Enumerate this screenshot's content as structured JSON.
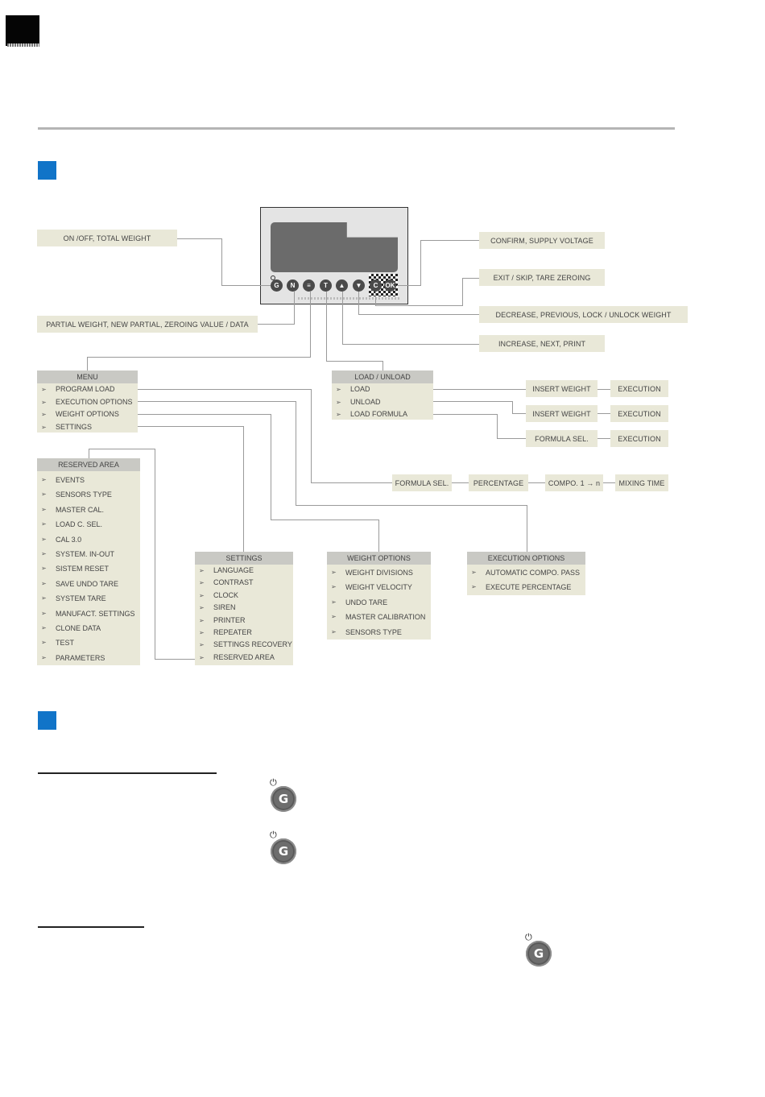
{
  "colors": {
    "accent_square": "#1174c8",
    "box_fill": "#e9e8d8",
    "header_fill": "#c9c9c4",
    "line": "#9a9a9a"
  },
  "callouts": {
    "left_top": "ON /OFF, TOTAL WEIGHT",
    "left_bottom": "PARTIAL WEIGHT, NEW PARTIAL, ZEROING VALUE / DATA",
    "right_1": "CONFIRM, SUPPLY VOLTAGE",
    "right_2": "EXIT / SKIP, TARE ZEROING",
    "right_3": "DECREASE, PREVIOUS, LOCK / UNLOCK WEIGHT",
    "right_4": "INCREASE, NEXT, PRINT"
  },
  "keypad": {
    "g": "G",
    "n": "N",
    "c": "C",
    "ok": "OK",
    "up": "▲",
    "down": "▼"
  },
  "menu": {
    "title": "MENU",
    "items": [
      "PROGRAM LOAD",
      "EXECUTION OPTIONS",
      "WEIGHT OPTIONS",
      "SETTINGS"
    ]
  },
  "load_unload": {
    "title": "LOAD / UNLOAD",
    "items": [
      "LOAD",
      "UNLOAD",
      "LOAD FORMULA"
    ]
  },
  "flow": {
    "insert_weight": "INSERT WEIGHT",
    "execution": "EXECUTION",
    "formula_sel": "FORMULA SEL.",
    "percentage": "PERCENTAGE",
    "compo": "COMPO. 1 → n",
    "mixing_time": "MIXING TIME"
  },
  "reserved_area": {
    "title": "RESERVED AREA",
    "items": [
      "EVENTS",
      "SENSORS TYPE",
      "MASTER CAL.",
      "LOAD C. SEL.",
      "CAL 3.0",
      "SYSTEM. IN-OUT",
      "SISTEM RESET",
      "SAVE UNDO TARE",
      "SYSTEM TARE",
      "MANUFACT. SETTINGS",
      "CLONE DATA",
      "TEST",
      "PARAMETERS"
    ]
  },
  "settings": {
    "title": "SETTINGS",
    "items": [
      "LANGUAGE",
      "CONTRAST",
      "CLOCK",
      "SIREN",
      "PRINTER",
      "REPEATER",
      "SETTINGS RECOVERY",
      "RESERVED AREA"
    ]
  },
  "weight_options": {
    "title": "WEIGHT OPTIONS",
    "items": [
      "WEIGHT DIVISIONS",
      "WEIGHT VELOCITY",
      "UNDO TARE",
      "MASTER CALIBRATION",
      "SENSORS TYPE"
    ]
  },
  "execution_options": {
    "title": "EXECUTION OPTIONS",
    "items": [
      "AUTOMATIC COMPO. PASS",
      "EXECUTE PERCENTAGE"
    ]
  },
  "icons": {
    "power": "⏻",
    "g_letter": "G"
  }
}
